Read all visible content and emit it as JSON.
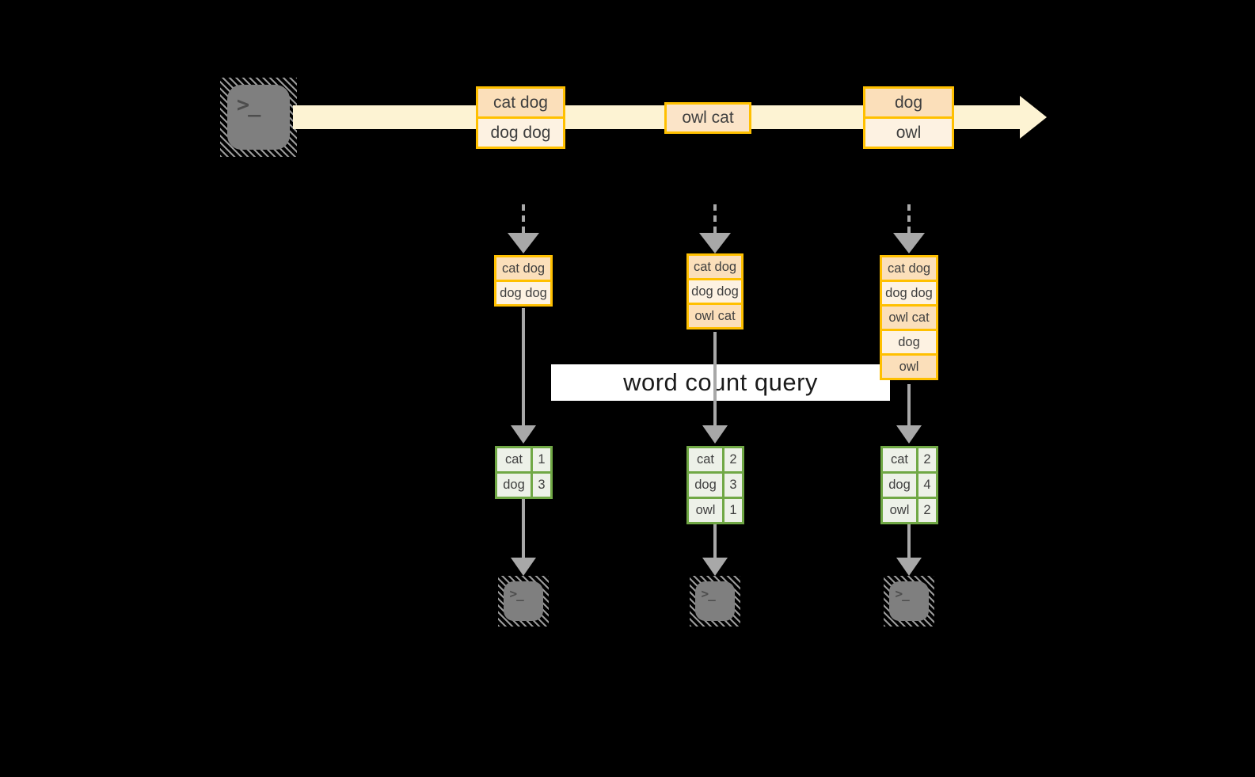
{
  "diagram": {
    "query_label": "word count query",
    "stream": {
      "record_boxes": [
        {
          "rows": [
            "cat dog",
            "dog dog"
          ]
        },
        {
          "rows": [
            "owl cat"
          ]
        },
        {
          "rows": [
            "dog",
            "owl"
          ]
        }
      ]
    },
    "state_buffers": [
      {
        "rows": [
          "cat dog",
          "dog dog"
        ]
      },
      {
        "rows": [
          "cat dog",
          "dog dog",
          "owl cat"
        ]
      },
      {
        "rows": [
          "cat dog",
          "dog dog",
          "owl cat",
          "dog",
          "owl"
        ]
      }
    ],
    "count_tables": [
      {
        "rows": [
          [
            "cat",
            "1"
          ],
          [
            "dog",
            "3"
          ]
        ]
      },
      {
        "rows": [
          [
            "cat",
            "2"
          ],
          [
            "dog",
            "3"
          ],
          [
            "owl",
            "1"
          ]
        ]
      },
      {
        "rows": [
          [
            "cat",
            "2"
          ],
          [
            "dog",
            "4"
          ],
          [
            "owl",
            "2"
          ]
        ]
      }
    ],
    "icons": {
      "terminal_prompt": ">_"
    },
    "colors": {
      "gold_border": "#FFC000",
      "peach_dark": "#FBDFBA",
      "peach_light": "#FDF2E2",
      "peach_mid": "#FBE4C8",
      "stream_band": "#FDF3D3",
      "green_border": "#70A845",
      "green_fill": "#EDF1E8",
      "arrow_gray": "#A8A8A8",
      "terminal_gray": "#7F7F7F",
      "text_dark": "#3F3F3F",
      "query_bg": "#FFFFFF"
    }
  }
}
